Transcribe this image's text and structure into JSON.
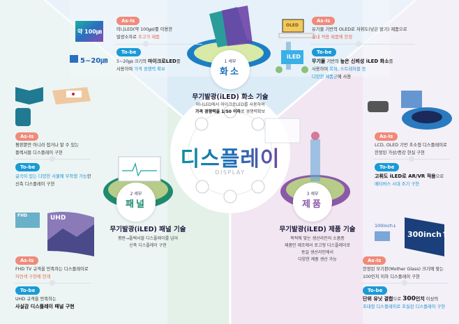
{
  "header": {
    "title": "디스플레이",
    "subtitle": "DISPLAY"
  },
  "colors": {
    "asis": "#f08a7a",
    "tobe": "#1a9ad6",
    "highlight_orange": "#e8624a",
    "highlight_blue": "#1a8fd0",
    "sector_top": "#dcecf7",
    "sector_left": "#e3f1e8",
    "sector_right": "#f1e6f1"
  },
  "pixel": {
    "number": "1",
    "badge_label": "세부",
    "name": "화소",
    "title": "무기발광(iLED) 화소 기술",
    "desc": [
      [
        {
          "t": "미니LED에서 마이크로LED를 사용하여"
        }
      ],
      [
        {
          "t": "가격 경쟁력을 1/50 이하",
          "s": "bold"
        },
        {
          "t": "로 경쟁력확보"
        }
      ]
    ],
    "left": {
      "img_big": "약 100㎛",
      "img_small": "5~20㎛",
      "asis_label": "As-Is",
      "tobe_label": "To-be",
      "asis": [
        [
          {
            "t": "미니LED(약 100㎛)를 이용한"
          }
        ],
        [
          {
            "t": "발광소자로 "
          },
          {
            "t": "초고가 제품",
            "s": "o"
          }
        ]
      ],
      "tobe": [
        [
          {
            "t": "5~20㎛ 크기의 "
          },
          {
            "t": "마이크로LED",
            "s": "k"
          },
          {
            "t": "를"
          }
        ],
        [
          {
            "t": "사용하여 "
          },
          {
            "t": "가격 경쟁력 확보",
            "s": "b"
          }
        ]
      ]
    },
    "right": {
      "img_oled": "OLED",
      "img_iled": "iLED",
      "asis_label": "As-Is",
      "tobe_label": "To-be",
      "asis": [
        [
          {
            "t": "유기물 기반의 OLED로 저휘도(낮은 밝기) 제품으로"
          }
        ],
        [
          {
            "t": "실내 적용 제품에 한정",
            "s": "o"
          }
        ]
      ],
      "tobe": [
        [
          {
            "t": "무기물",
            "s": "k"
          },
          {
            "t": " 기반의 "
          },
          {
            "t": "높은 신뢰성 iLED 화소",
            "s": "k"
          },
          {
            "t": "를"
          }
        ],
        [
          {
            "t": "사용하여 "
          },
          {
            "t": "옥외, 스트레처블 등",
            "s": "b"
          }
        ],
        [
          {
            "t": "다양한 제품군",
            "s": "b"
          },
          {
            "t": "에 사용"
          }
        ]
      ]
    }
  },
  "panel": {
    "number": "2",
    "badge_label": "세부",
    "name": "패널",
    "title": "무기발광(iLED) 패널 기술",
    "desc": [
      [
        {
          "t": "평판→플렉서블 디스플레이를 넘어"
        }
      ],
      [
        {
          "t": "신축 디스플레이 구현"
        }
      ]
    ],
    "top": {
      "asis_label": "As-Is",
      "tobe_label": "To-be",
      "asis": [
        [
          {
            "t": "평판뿐만 아니라 접거나 말 수 있는"
          }
        ],
        [
          {
            "t": "플렉서블 디스플레이 구현"
          }
        ]
      ],
      "tobe": [
        [
          {
            "t": "굴곡이 있는 다양한 사물에 부착형 가능",
            "s": "b"
          },
          {
            "t": "한"
          }
        ],
        [
          {
            "t": "신축 디스플레이 구현"
          }
        ]
      ]
    },
    "bottom": {
      "img_fhd": "FHD",
      "img_uhd": "UHD",
      "asis_label": "As-Is",
      "tobe_label": "To-be",
      "asis": [
        [
          {
            "t": "FHD TV 규격을 만족하는 디스플레이로"
          }
        ],
        [
          {
            "t": "자연색 구현에 한계",
            "s": "o"
          }
        ]
      ],
      "tobe": [
        [
          {
            "t": "UHD 규격을 만족하는"
          }
        ],
        [
          {
            "t": "사실감 디스플레이 패널 구현",
            "s": "k"
          }
        ]
      ]
    }
  },
  "product": {
    "number": "3",
    "badge_label": "세부",
    "name": "제품",
    "title": "무기발광(iLED) 제품 기술",
    "desc": [
      [
        {
          "t": "목적에 맞는 생산라인의 소품종"
        }
      ],
      [
        {
          "t": "제품만 제조에서 로고형 디스플레이로"
        }
      ],
      [
        {
          "t": "동일 생산라인에서"
        }
      ],
      [
        {
          "t": "다양한 제품 생산 가능"
        }
      ]
    ],
    "top": {
      "asis_label": "As-Is",
      "tobe_label": "To-be",
      "asis": [
        [
          {
            "t": "LCD, OLED 기반 초소형 디스플레이로"
          }
        ],
        [
          {
            "t": "한정된 가상/증강 현실 구현"
          }
        ]
      ],
      "tobe": [
        [
          {
            "t": "고휘도 iLED로 AR/VR 적용",
            "s": "k"
          },
          {
            "t": "으로"
          }
        ],
        [
          {
            "t": "메타버스 시대 조기 구현",
            "s": "b"
          }
        ]
      ]
    },
    "bottom": {
      "img_small": "100inch↓",
      "img_big": "300inch↑",
      "asis_label": "As-Is",
      "tobe_label": "To-be",
      "asis": [
        [
          {
            "t": "한정된 모기판(Mother Glass) 크기에 맞는"
          }
        ],
        [
          {
            "t": "100인치 이하 디스플레이 구현"
          }
        ]
      ],
      "tobe": [
        [
          {
            "t": "단위 유닛 결합",
            "s": "k"
          },
          {
            "t": "으로 "
          },
          {
            "t": "300",
            "s": "K"
          },
          {
            "t": "인치",
            "s": "k"
          },
          {
            "t": " 이상의"
          }
        ],
        [
          {
            "t": "초대형 디스플레이로 초실감 디스플레이 구현",
            "s": "b"
          }
        ]
      ]
    }
  }
}
